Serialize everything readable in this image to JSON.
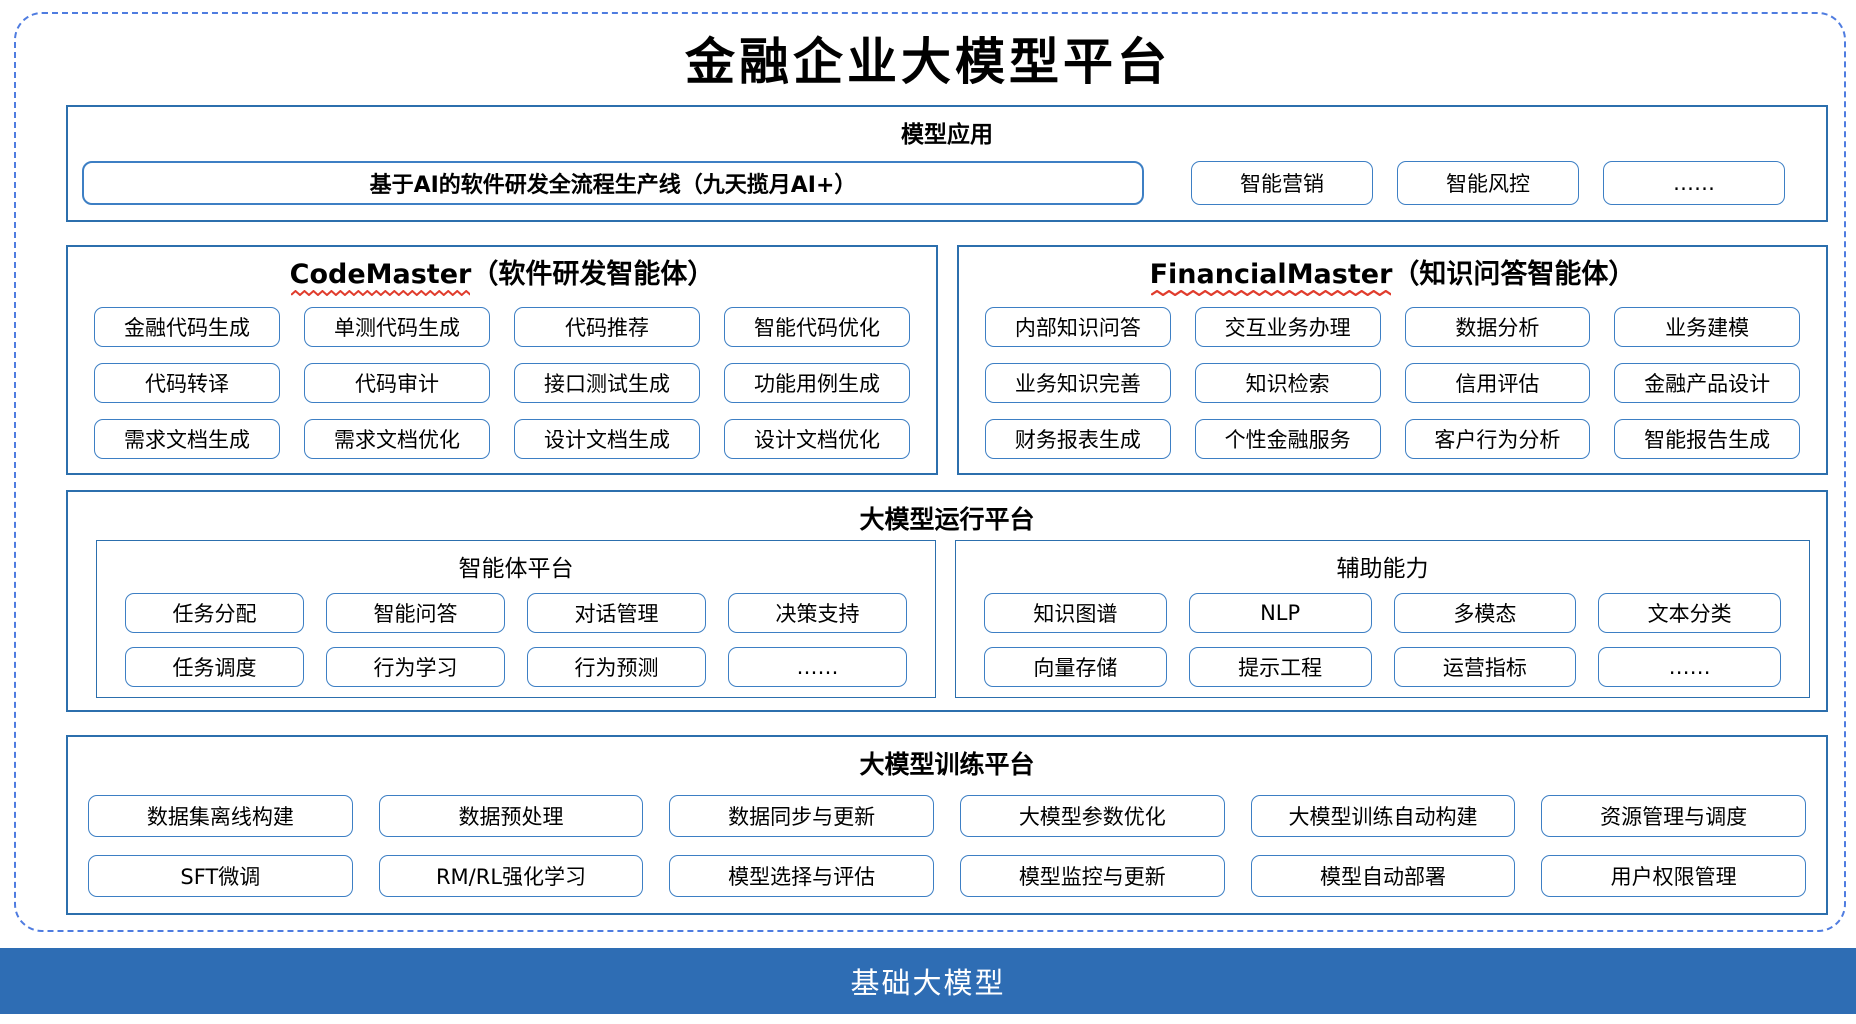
{
  "page": {
    "title": "金融企业大模型平台",
    "background": "#ffffff"
  },
  "colors": {
    "dashed_border": "#4f7ce0",
    "section_border": "#2c6fad",
    "chip_border": "#3d7fc4",
    "foundation_bar_background": "#2e6db4",
    "foundation_bar_text": "#ffffff",
    "spellcheck_squiggle": "#e03c2d",
    "text": "#000000"
  },
  "model_application": {
    "title": "模型应用",
    "pipeline": "基于AI的软件研发全流程生产线（九天揽月AI+）",
    "items": [
      "智能营销",
      "智能风控",
      "……"
    ]
  },
  "code_master": {
    "name": "CodeMaster",
    "subtitle": "（软件研发智能体）",
    "items": [
      "金融代码生成",
      "单测代码生成",
      "代码推荐",
      "智能代码优化",
      "代码转译",
      "代码审计",
      "接口测试生成",
      "功能用例生成",
      "需求文档生成",
      "需求文档优化",
      "设计文档生成",
      "设计文档优化"
    ]
  },
  "financial_master": {
    "name": "FinancialMaster",
    "subtitle": "（知识问答智能体）",
    "items": [
      "内部知识问答",
      "交互业务办理",
      "数据分析",
      "业务建模",
      "业务知识完善",
      "知识检索",
      "信用评估",
      "金融产品设计",
      "财务报表生成",
      "个性金融服务",
      "客户行为分析",
      "智能报告生成"
    ]
  },
  "runtime_platform": {
    "title": "大模型运行平台",
    "agent_platform": {
      "title": "智能体平台",
      "items": [
        "任务分配",
        "智能问答",
        "对话管理",
        "决策支持",
        "任务调度",
        "行为学习",
        "行为预测",
        "……"
      ]
    },
    "auxiliary": {
      "title": "辅助能力",
      "items": [
        "知识图谱",
        "NLP",
        "多模态",
        "文本分类",
        "向量存储",
        "提示工程",
        "运营指标",
        "……"
      ]
    }
  },
  "training_platform": {
    "title": "大模型训练平台",
    "items": [
      "数据集离线构建",
      "数据预处理",
      "数据同步与更新",
      "大模型参数优化",
      "大模型训练自动构建",
      "资源管理与调度",
      "SFT微调",
      "RM/RL强化学习",
      "模型选择与评估",
      "模型监控与更新",
      "模型自动部署",
      "用户权限管理"
    ]
  },
  "foundation_model": {
    "title": "基础大模型"
  }
}
